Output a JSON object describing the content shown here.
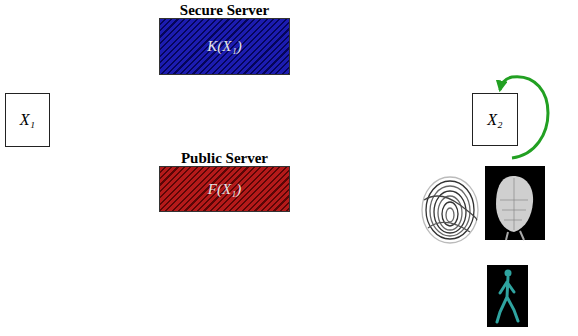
{
  "diagram": {
    "nodes": [
      {
        "text": [
          "Secure Server",
          "K(X₁)"
        ]
      },
      {
        "text": [
          "X₁"
        ]
      },
      {
        "text": [
          "X₂"
        ]
      },
      {
        "text": [
          "Public Server",
          "F(X₁)"
        ]
      }
    ],
    "edges": [
      {
        "from": 2,
        "to": 2,
        "arrow": "to"
      }
    ]
  }
}
